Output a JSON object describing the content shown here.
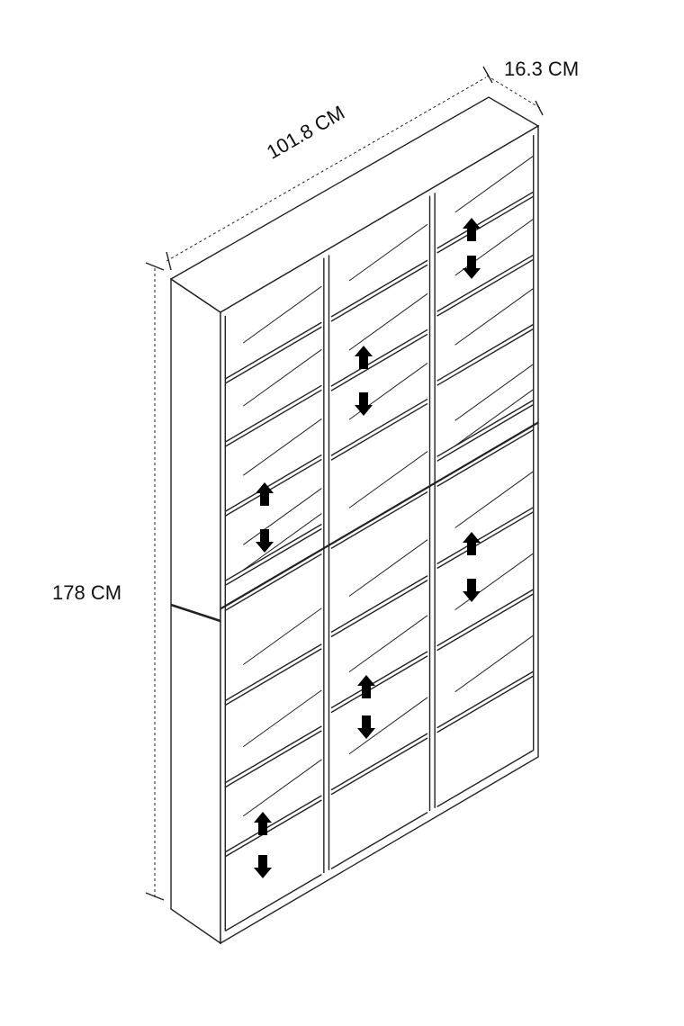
{
  "dimensions": {
    "depth": "16.3 CM",
    "width": "101.8 CM",
    "height": "178 CM"
  },
  "colors": {
    "line": "#222222",
    "arrow": "#000000"
  }
}
